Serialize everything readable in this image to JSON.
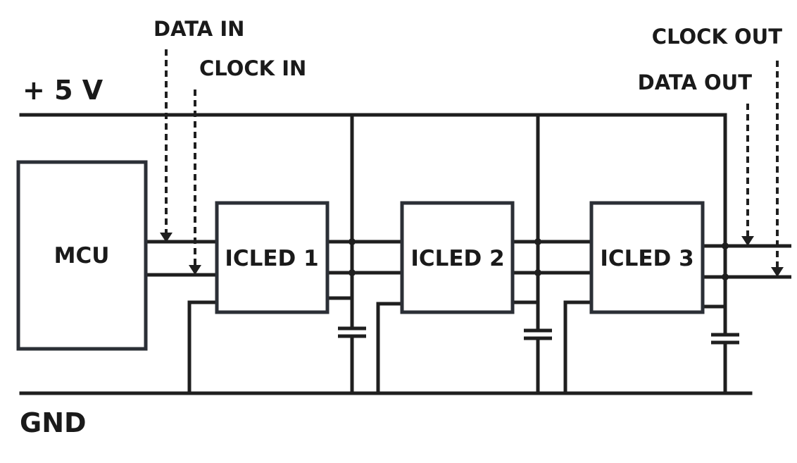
{
  "rails": {
    "power_label": "+ 5 V",
    "ground_label": "GND"
  },
  "blocks": {
    "mcu_label": "MCU",
    "icled1_label": "ICLED 1",
    "icled2_label": "ICLED 2",
    "icled3_label": "ICLED 3"
  },
  "signals": {
    "data_in": "DATA IN",
    "clock_in": "CLOCK IN",
    "data_out": "DATA OUT",
    "clock_out": "CLOCK OUT"
  }
}
